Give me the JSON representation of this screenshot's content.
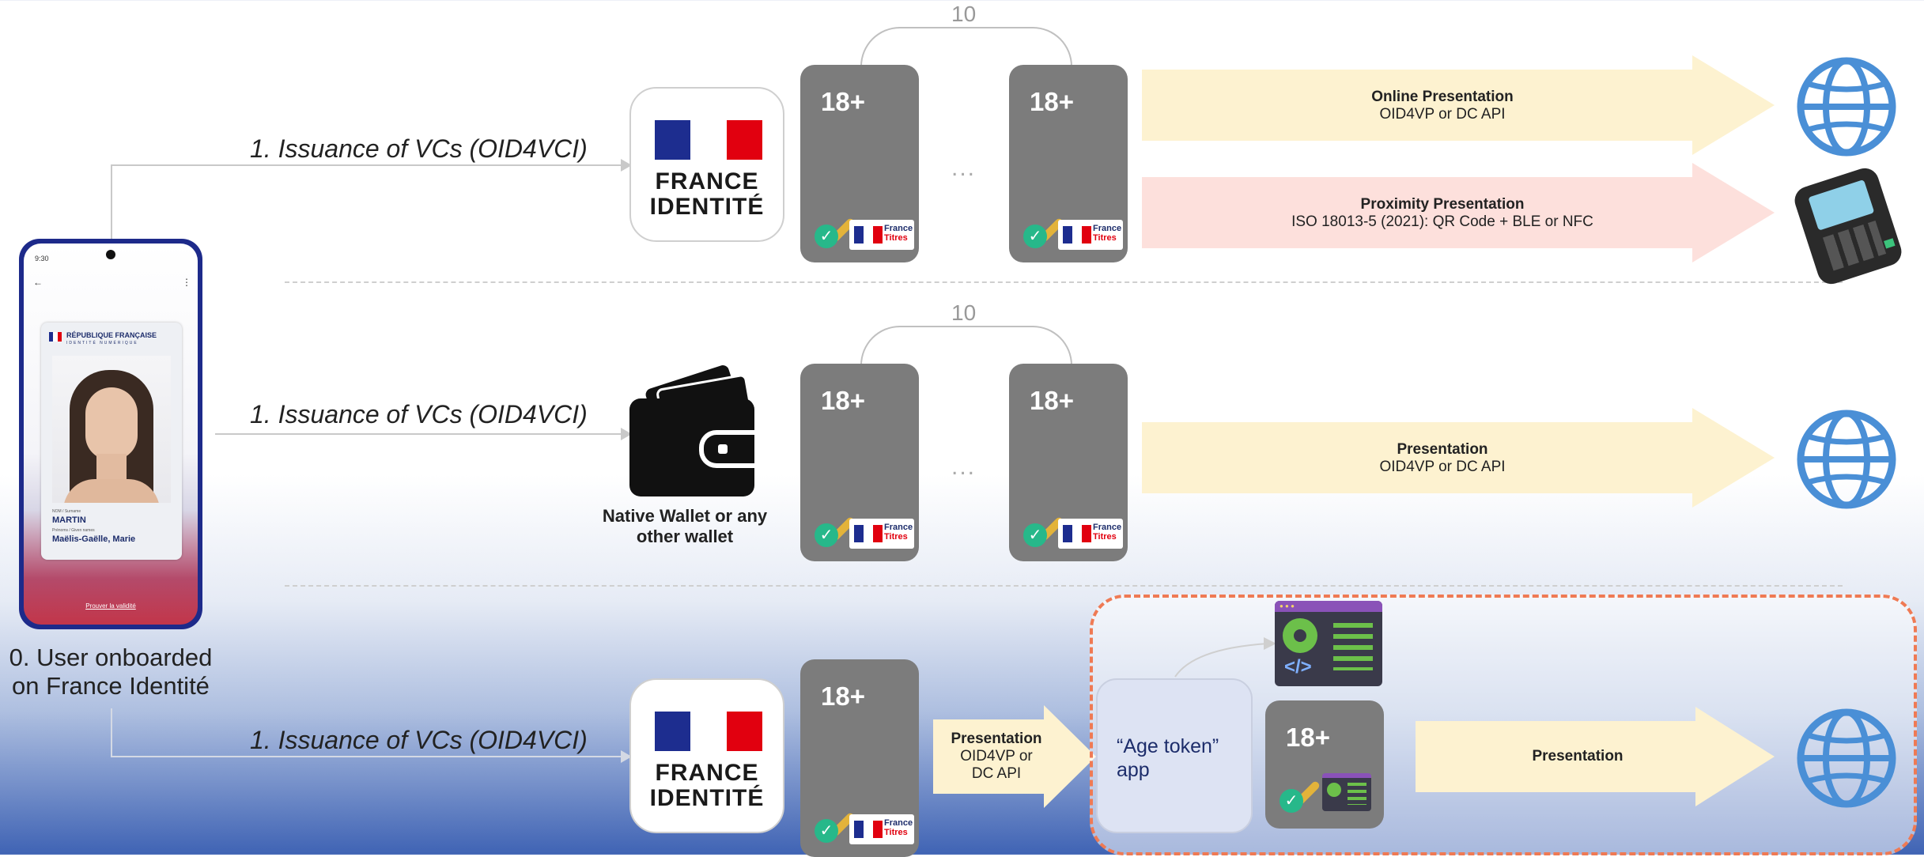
{
  "colors": {
    "arrow_yellow": "#fdf2d0",
    "arrow_pink": "#fde0dc",
    "card_gray": "#7c7c7c",
    "flag_blue": "#1d2d8f",
    "flag_red": "#e1000f",
    "globe_blue": "#4a8fd6",
    "dashed_orange": "#ef7a54"
  },
  "phone": {
    "header_republique": "RÉPUBLIQUE FRANÇAISE",
    "header_sub": "IDENTITÉ NUMÉRIQUE",
    "name_label": "NOM / Surname",
    "name_value": "MARTIN",
    "given_label": "Prénoms / Given names",
    "given_value": "Maëlis-Gaëlle, Marie",
    "link": "Prouver la validité",
    "time": "9:30"
  },
  "user_caption_1": "0. User onboarded",
  "user_caption_2": "on France Identité",
  "row1": {
    "issuance": "1. Issuance of VCs (OID4VCI)",
    "app_line1": "FRANCE",
    "app_line2": "IDENTITÉ",
    "count": "10",
    "card_label": "18+",
    "dots": "...",
    "online_title": "Online Presentation",
    "online_sub": "OID4VP or DC API",
    "prox_title": "Proximity Presentation",
    "prox_sub": "ISO 18013-5 (2021): QR Code + BLE or NFC"
  },
  "row2": {
    "issuance": "1. Issuance of VCs (OID4VCI)",
    "wallet_caption_1": "Native Wallet or any",
    "wallet_caption_2": "other wallet",
    "count": "10",
    "card_label": "18+",
    "dots": "...",
    "pres_title": "Presentation",
    "pres_sub": "OID4VP or DC API"
  },
  "row3": {
    "issuance": "1. Issuance of VCs (OID4VCI)",
    "app_line1": "FRANCE",
    "app_line2": "IDENTITÉ",
    "card_label": "18+",
    "pres_title": "Presentation",
    "pres_sub1": "OID4VP or",
    "pres_sub2": "DC API",
    "age_token_1": "“Age token”",
    "age_token_2": "app",
    "token_card_label": "18+",
    "final_pres": "Presentation"
  },
  "badge": {
    "line1": "France",
    "line2": "Titres"
  }
}
